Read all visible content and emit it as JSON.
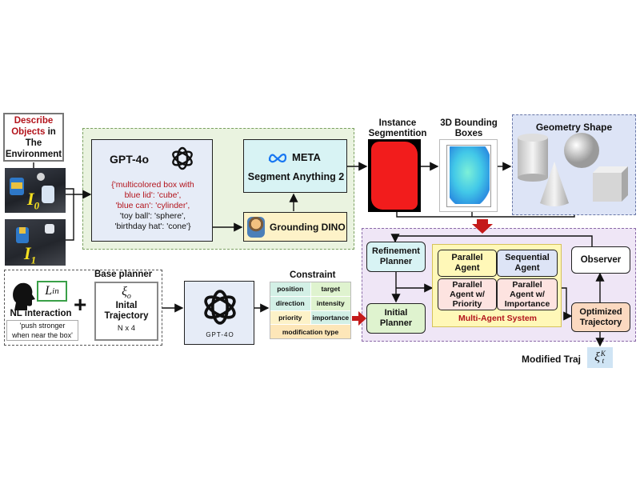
{
  "describe": {
    "line1": "Describe",
    "line2_red": "Objects",
    "line2_rest": " in The",
    "line3": "Environment"
  },
  "images": {
    "img0_label": "I",
    "img0_sub": "0",
    "img1_label": "I",
    "img1_sub": "1"
  },
  "gpt4o": {
    "title": "GPT-4o",
    "mapping": [
      {
        "key": "{'multicolored box with",
        "rest": ""
      },
      {
        "key": "blue lid'",
        "rest": ": 'cube',"
      },
      {
        "key": "'blue can'",
        "rest": ": 'cylinder',"
      },
      {
        "key": "'toy ball'",
        "rest": ": 'sphere',"
      },
      {
        "key": "'birthday hat'",
        "rest": ": 'cone'}"
      }
    ]
  },
  "sam": {
    "brand": "META",
    "title": "Segment Anything 2"
  },
  "gdino": {
    "title": "Grounding DINO"
  },
  "instance": {
    "line1": "Instance",
    "line2": "Segmentition"
  },
  "bbox3d": {
    "line1": "3D Bounding",
    "line2": "Boxes"
  },
  "geometry": {
    "title": "Geometry Shape"
  },
  "base_planner": {
    "title": "Base planner",
    "nl_label": "NL interaction",
    "nl_quote1": "'push stronger",
    "nl_quote2": "when near the box'",
    "lin_symbol": "L",
    "lin_sub": "in",
    "plus": "+",
    "xi_symbol": "ξ",
    "xi_sub": "o",
    "traj_line1": "Inital",
    "traj_line2": "Trajectory",
    "traj_dims": "N x 4"
  },
  "gpt4o_logo_text": "GPT-4O",
  "constraint": {
    "title": "Constraint",
    "cells": [
      "position",
      "target",
      "direction",
      "intensity",
      "priority",
      "importance"
    ],
    "bottom": "modification type"
  },
  "mas": {
    "refinement": [
      "Refinement",
      "Planner"
    ],
    "initial": [
      "Initial",
      "Planner"
    ],
    "parallel": [
      "Parallel",
      "Agent"
    ],
    "sequential": [
      "Sequential",
      "Agent"
    ],
    "parallel_priority": [
      "Parallel",
      "Agent w/",
      "Priority"
    ],
    "parallel_importance": [
      "Parallel",
      "Agent w/",
      "Importance"
    ],
    "system_label": "Multi-Agent System",
    "observer": "Observer",
    "optimized": [
      "Optimized",
      "Trajectory"
    ]
  },
  "modified": {
    "label": "Modified Traj",
    "symbol": "ξ",
    "sup": "K",
    "sub": "t"
  },
  "colors": {
    "gpt_panel": "#eaf3e0",
    "gpt_box": "#e6ecf7",
    "sam_box": "#d8f3f4",
    "gdino_box": "#fdf2c8",
    "geometry_panel": "#dde4f6",
    "mas_panel": "#efe6f6",
    "yellow": "#fff8b8",
    "red_text": "#b3141c",
    "red_arrow": "#c41a1a"
  }
}
